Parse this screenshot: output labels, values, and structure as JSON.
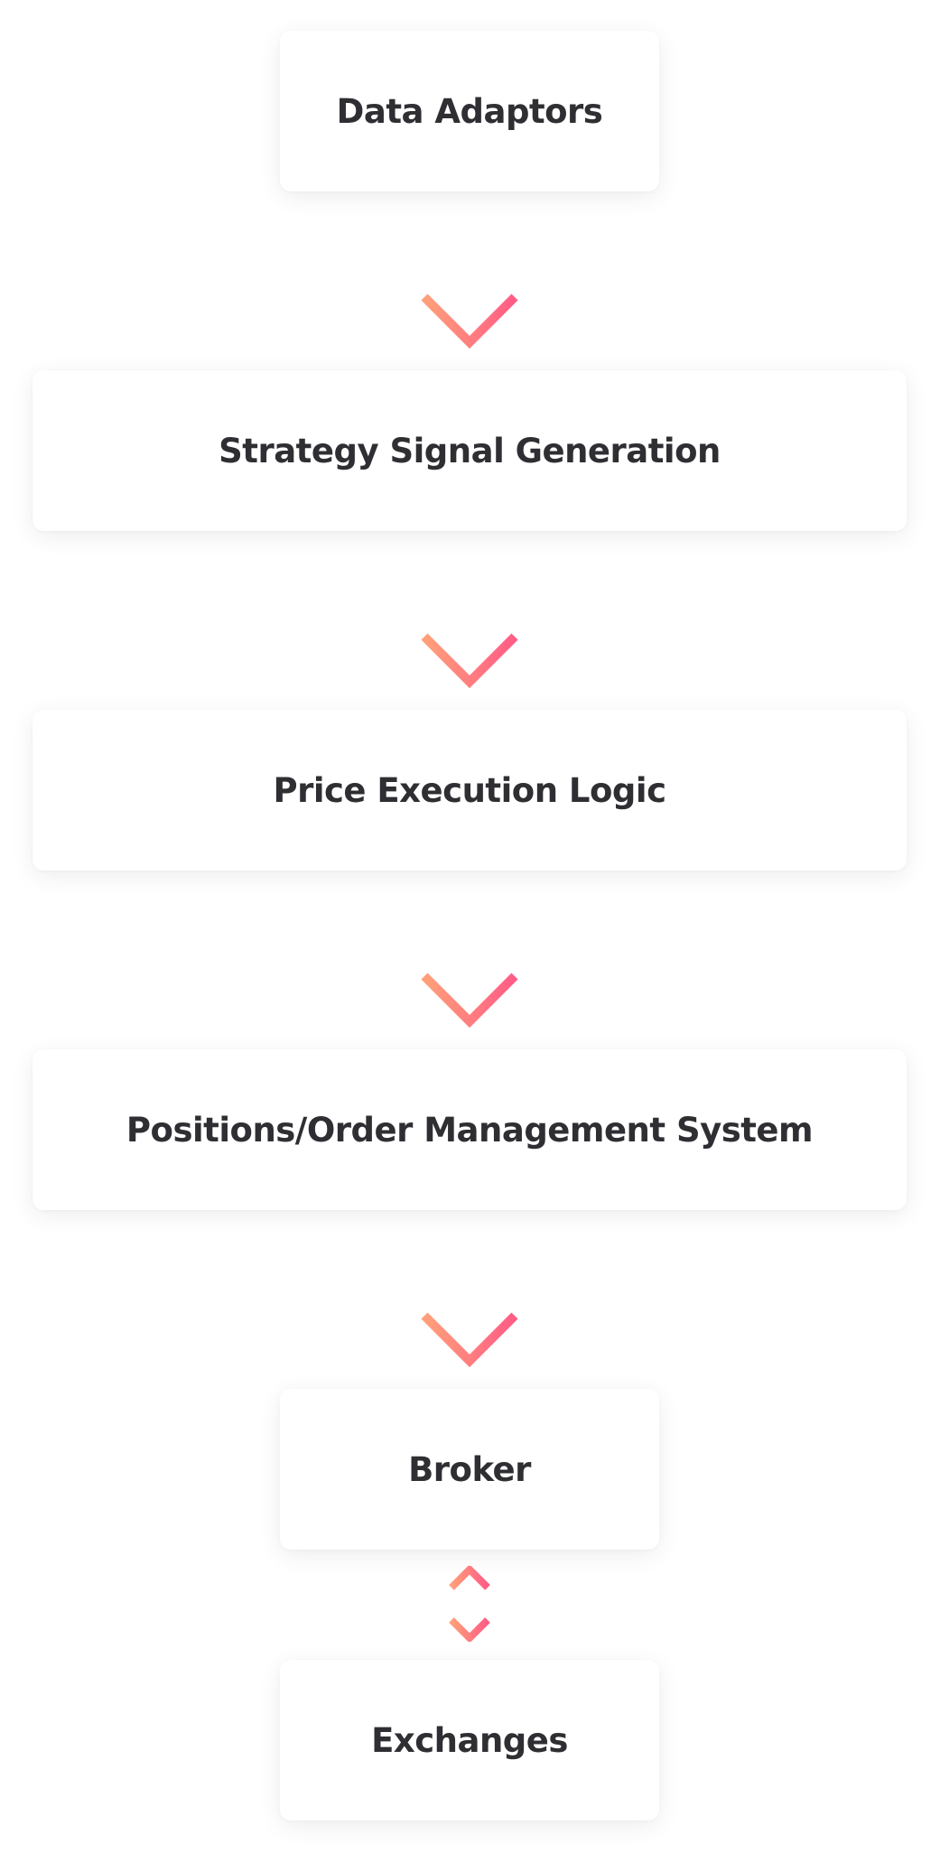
{
  "colors": {
    "arrow_top": "#ff5c85",
    "arrow_bottom": "#ffa07a",
    "text": "#2e2e33",
    "box_bg": "#ffffff"
  },
  "nodes": [
    {
      "label": "Data Adaptors"
    },
    {
      "label": "Strategy Signal Generation"
    },
    {
      "label": "Price Execution Logic"
    },
    {
      "label": "Positions/Order Management System"
    },
    {
      "label": "Broker"
    },
    {
      "label": "Exchanges"
    }
  ],
  "edges": [
    {
      "from": "Data Adaptors",
      "to": "Strategy Signal Generation",
      "direction": "down"
    },
    {
      "from": "Strategy Signal Generation",
      "to": "Price Execution Logic",
      "direction": "down"
    },
    {
      "from": "Price Execution Logic",
      "to": "Positions/Order Management System",
      "direction": "down"
    },
    {
      "from": "Positions/Order Management System",
      "to": "Broker",
      "direction": "down"
    },
    {
      "from": "Broker",
      "to": "Exchanges",
      "direction": "bidirectional"
    }
  ]
}
